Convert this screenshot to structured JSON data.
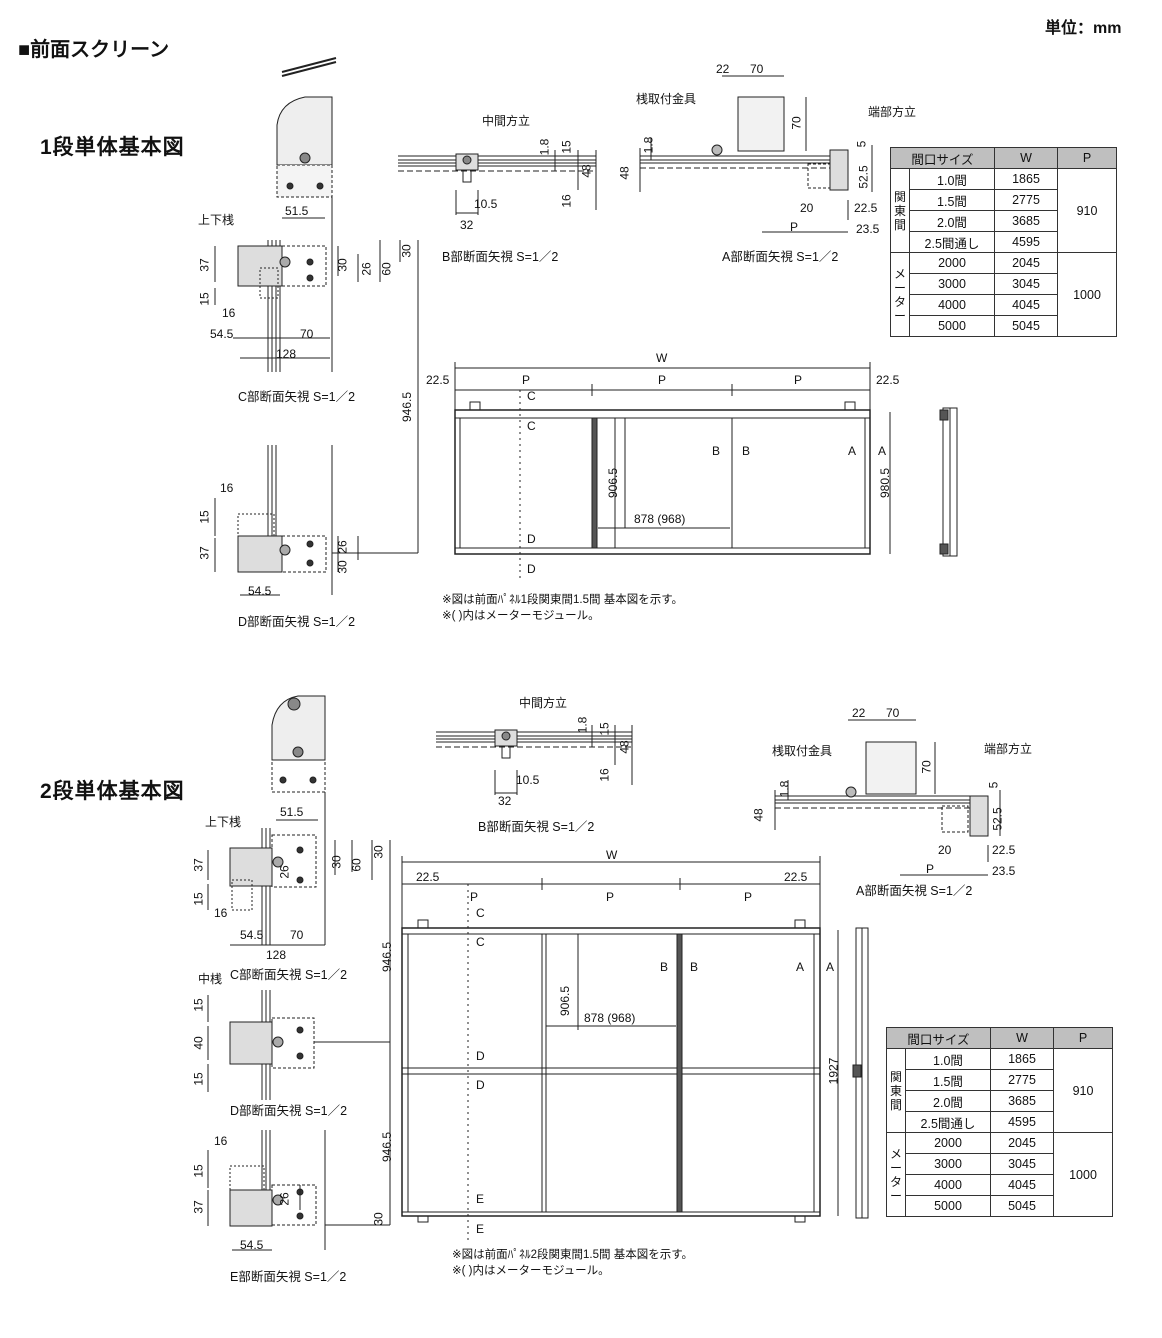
{
  "page": {
    "title": "■前面スクリーン",
    "unit": "単位：mm"
  },
  "sections": [
    {
      "heading": "1段単体基本図",
      "captions": {
        "c": "C部断面矢視 S=1／2",
        "d": "D部断面矢視 S=1／2",
        "b": "B部断面矢視 S=1／2",
        "a": "A部断面矢視 S=1／2"
      },
      "labels": {
        "jogesan": "上下桟",
        "chukan": "中間方立",
        "sankanagu": "桟取付金具",
        "tanbu": "端部方立"
      },
      "dims": {
        "c51_5": "51.5",
        "c37": "37",
        "c15": "15",
        "c16": "16",
        "c54_5": "54.5",
        "c70": "70",
        "c128": "128",
        "c30": "30",
        "c26": "26",
        "c60": "60",
        "c30b": "30",
        "h946_5": "946.5",
        "d16": "16",
        "d15": "15",
        "d37": "37",
        "d54_5": "54.5",
        "d30": "30",
        "d26": "26",
        "b1_8": "1.8",
        "b15": "15",
        "b48": "48",
        "b16": "16",
        "b10_5": "10.5",
        "b32": "32",
        "a22": "22",
        "a70": "70",
        "a70v": "70",
        "a1_8": "1.8",
        "a48": "48",
        "a5": "5",
        "a52_5": "52.5",
        "a20": "20",
        "a22_5": "22.5",
        "a23_5": "23.5",
        "aP": "P"
      },
      "elevation": {
        "W": "W",
        "P1": "P",
        "P2": "P",
        "P3": "P",
        "left": "22.5",
        "right": "22.5",
        "h906_5": "906.5",
        "h980_5": "980.5",
        "w878": "878 (968)",
        "mC": "C",
        "mC2": "C",
        "mD": "D",
        "mD2": "D",
        "mB": "B",
        "mB2": "B",
        "mA": "A",
        "mA2": "A"
      },
      "notes": [
        "※図は前面ﾊﾟﾈﾙ1段関東間1.5間 基本図を示す。",
        "※(  )内はメーターモジュール。"
      ]
    },
    {
      "heading": "2段単体基本図",
      "captions": {
        "c": "C部断面矢視 S=1／2",
        "d": "D部断面矢視 S=1／2",
        "e": "E部断面矢視 S=1／2",
        "b": "B部断面矢視 S=1／2",
        "a": "A部断面矢視 S=1／2"
      },
      "labels": {
        "jogesan": "上下桟",
        "nakasan": "中桟",
        "chukan": "中間方立",
        "sankanagu": "桟取付金具",
        "tanbu": "端部方立"
      },
      "dims": {
        "c51_5": "51.5",
        "c37": "37",
        "c15": "15",
        "c16": "16",
        "c54_5": "54.5",
        "c70": "70",
        "c128": "128",
        "c30": "30",
        "c26": "26",
        "c60": "60",
        "c30b": "30",
        "d15": "15",
        "d40": "40",
        "d15b": "15",
        "h946_5a": "946.5",
        "h946_5b": "946.5",
        "e16": "16",
        "e15": "15",
        "e37": "37",
        "e54_5": "54.5",
        "e26": "26",
        "e30": "30",
        "b1_8": "1.8",
        "b15": "15",
        "b48": "48",
        "b16": "16",
        "b10_5": "10.5",
        "b32": "32",
        "a22": "22",
        "a70": "70",
        "a70v": "70",
        "a1_8": "1.8",
        "a48": "48",
        "a5": "5",
        "a52_5": "52.5",
        "a20": "20",
        "a22_5": "22.5",
        "a23_5": "23.5",
        "aP": "P"
      },
      "elevation": {
        "W": "W",
        "P1": "P",
        "P2": "P",
        "P3": "P",
        "left": "22.5",
        "right": "22.5",
        "h906_5": "906.5",
        "h1927": "1927",
        "w878": "878 (968)",
        "mC": "C",
        "mC2": "C",
        "mD": "D",
        "mD2": "D",
        "mE": "E",
        "mE2": "E",
        "mB": "B",
        "mB2": "B",
        "mA": "A",
        "mA2": "A"
      },
      "notes": [
        "※図は前面ﾊﾟﾈﾙ2段関東間1.5間 基本図を示す。",
        "※(  )内はメーターモジュール。"
      ]
    }
  ],
  "spec_table": {
    "headers": [
      "間口サイズ",
      "W",
      "P"
    ],
    "groups": [
      {
        "name": "関東間",
        "p": "910",
        "rows": [
          {
            "size": "1.0間",
            "w": "1865"
          },
          {
            "size": "1.5間",
            "w": "2775"
          },
          {
            "size": "2.0間",
            "w": "3685"
          },
          {
            "size": "2.5間通し",
            "w": "4595"
          }
        ]
      },
      {
        "name": "メーター",
        "p": "1000",
        "rows": [
          {
            "size": "2000",
            "w": "2045"
          },
          {
            "size": "3000",
            "w": "3045"
          },
          {
            "size": "4000",
            "w": "4045"
          },
          {
            "size": "5000",
            "w": "5045"
          }
        ]
      }
    ]
  }
}
